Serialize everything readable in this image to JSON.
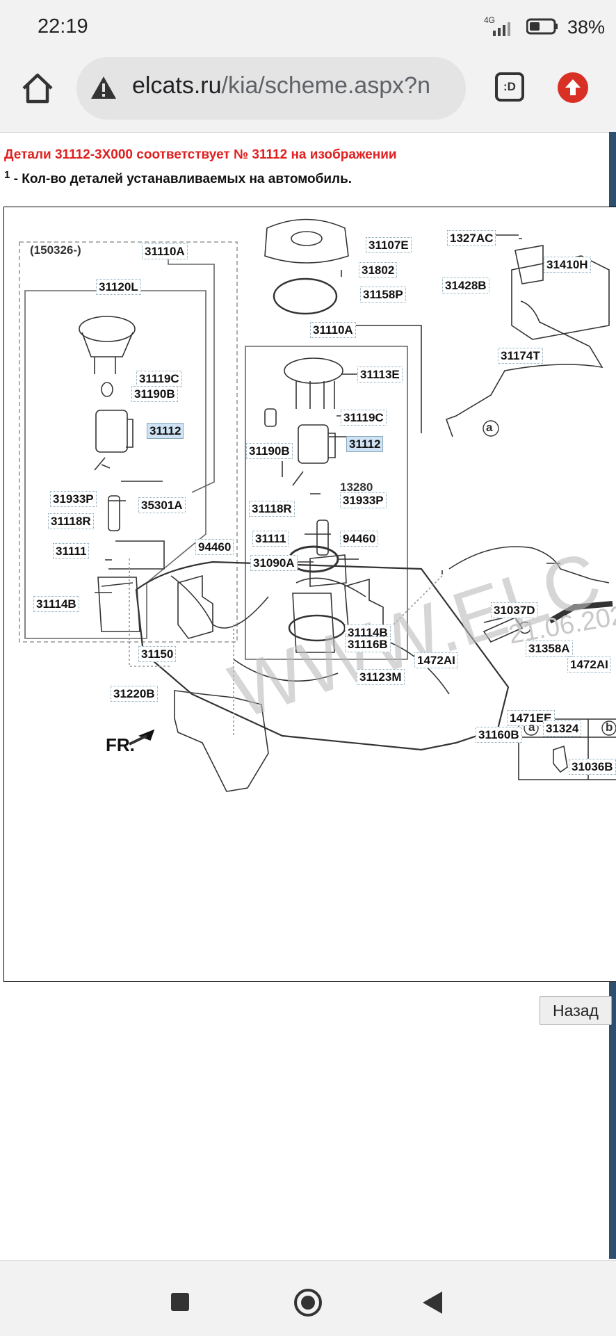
{
  "status_bar": {
    "time": "22:19",
    "network": "4G",
    "battery_percent": "38%"
  },
  "browser": {
    "url_host": "elcats.ru",
    "url_path": "/kia/scheme.aspx?n",
    "tabs_label": ":D"
  },
  "page": {
    "title": "Детали 31112-3X000 соответствует № 31112 на изображении",
    "legend_number": "1",
    "legend_text": " - Кол-во деталей устанавливаемых на автомобиль.",
    "back_button": "Назад"
  },
  "diagram": {
    "watermark": "WWW.ELC",
    "watermark_date": "21.06.202",
    "date_code": "(150326-)",
    "fr_label": "FR.",
    "label_a": "a",
    "label_b": "b",
    "parts": {
      "p31110A_left": "31110A",
      "p31120L": "31120L",
      "p31119C_left": "31119C",
      "p31190B_left": "31190B",
      "p31112_left": "31112",
      "p31933P_left": "31933P",
      "p35301A": "35301A",
      "p31118R_left": "31118R",
      "p31111_left": "31111",
      "p31114B_left": "31114B",
      "p94460_left": "94460",
      "p31150": "31150",
      "p31220B": "31220B",
      "p31107E": "31107E",
      "p31802": "31802",
      "p31158P": "31158P",
      "p31110A_right": "31110A",
      "p31113E": "31113E",
      "p31119C_right": "31119C",
      "p31190B_right": "31190B",
      "p31112_right": "31112",
      "p13280": "13280",
      "p31933P_right": "31933P",
      "p31118R_right": "31118R",
      "p31111_right": "31111",
      "p94460_right": "94460",
      "p31090A": "31090A",
      "p31114B_right": "31114B",
      "p31116B": "31116B",
      "p31123M": "31123M",
      "p1327AC": "1327AC",
      "p31428B": "31428B",
      "p31410H": "31410H",
      "p31174T": "31174T",
      "p31037D": "31037D",
      "p31358A": "31358A",
      "p1472AI_left": "1472AI",
      "p1472AI_right": "1472AI",
      "p1471EE": "1471EE",
      "p31160B": "31160B",
      "p31036B": "31036B",
      "p31324": "31324"
    }
  },
  "colors": {
    "title_red": "#e02020",
    "highlight_blue": "#cfe3f5",
    "update_red": "#d93025"
  }
}
